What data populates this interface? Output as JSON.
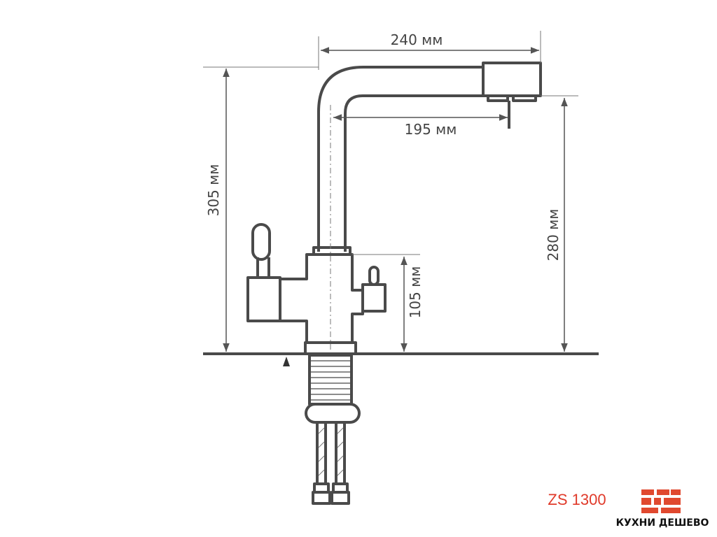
{
  "dimensions": {
    "top_width": "240 мм",
    "spout_reach": "195 мм",
    "total_height": "305 мм",
    "spout_height": "280 мм",
    "body_height": "105 мм"
  },
  "model": "ZS 1300",
  "brand": {
    "name": "КУХНИ ДЕШЕВО",
    "color": "#e0492f"
  },
  "colors": {
    "line": "#4a4a4a",
    "dim_line": "#555555",
    "model_text": "#e03a2a"
  }
}
